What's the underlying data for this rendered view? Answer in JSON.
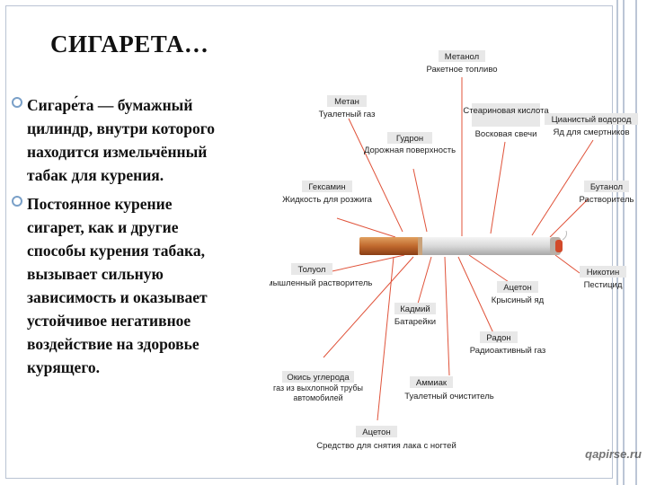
{
  "slide": {
    "title": "СИГАРЕТА…",
    "bullets": [
      {
        "text": "Сигаре́та  — бумажный\nцилиндр, внутри которого\nнаходится измельчённый\nтабак для курения."
      },
      {
        "text": "Постоянное курение\nсигарет, как и другие\nспособы курения табака,\nвызывает сильную\nзависимость и оказывает\nустойчивое негативное\nвоздействие на здоровье\nкурящего."
      }
    ]
  },
  "diagram": {
    "labels": [
      {
        "name": "Метанол",
        "use": "Ракетное топливо"
      },
      {
        "name": "Метан",
        "use": "Туалетный газ"
      },
      {
        "name": "Гудрон",
        "use": "Дорожная поверхность"
      },
      {
        "name": "Стеариновая кислота",
        "use": "Восковая свечи"
      },
      {
        "name": "Цианистый водород",
        "use": "Яд для смертников"
      },
      {
        "name": "Гексамин",
        "use": "Жидкость для розжига"
      },
      {
        "name": "Бутанол",
        "use": "Растворитель"
      },
      {
        "name": "Толуол",
        "use": "Промышленный растворитель"
      },
      {
        "name": "Никотин",
        "use": "Пестицид"
      },
      {
        "name": "Ацетон",
        "use": "Крысиный яд"
      },
      {
        "name": "Кадмий",
        "use": "Батарейки"
      },
      {
        "name": "Радон",
        "use": "Радиоактивный газ"
      },
      {
        "name": "Окись углерода",
        "use": "газ из выхлопной трубы автомобилей"
      },
      {
        "name": "Аммиак",
        "use": "Туалетный очиститель"
      },
      {
        "name": "Ацетон",
        "use": "Средство для снятия лака с ногтей"
      }
    ],
    "watermark": "qapirse.ru"
  },
  "colors": {
    "accent": "#e0533a",
    "filter": "#c8743a",
    "ash": "#d4d4d4",
    "rail": "#bcc6d6"
  }
}
